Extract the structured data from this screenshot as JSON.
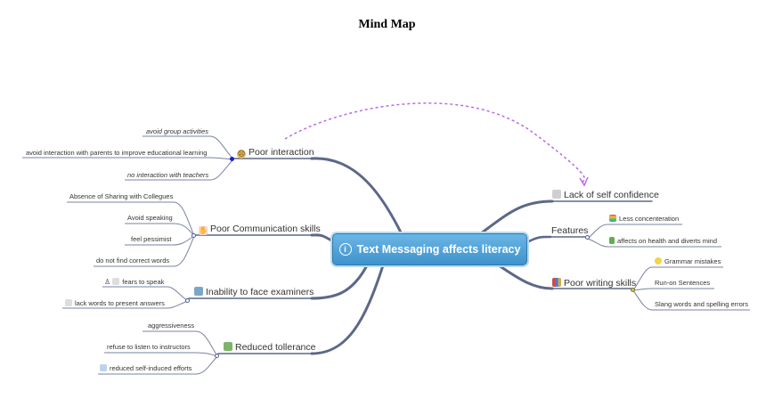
{
  "title": "Mind Map",
  "central": {
    "label": "Text Messaging affects literacy",
    "icon": "info-icon"
  },
  "left_branches": [
    {
      "label": "Poor interaction",
      "icon": "frown-face-icon",
      "children": [
        "avoid group activities",
        "avoid interaction with parents to improve educational learning",
        "no interaction with teachers"
      ]
    },
    {
      "label": "Poor Communication skills",
      "icon": "hand-icon",
      "children": [
        "Absence of Sharing with Collegues",
        "Avoid speaking",
        "feel pessimist",
        "do not find correct words"
      ]
    },
    {
      "label": "Inability to face examiners",
      "icon": "monitor-icon",
      "children": [
        "fears to speak",
        "lack words to present answers"
      ]
    },
    {
      "label": "Reduced tollerance",
      "icon": "people-icon",
      "children": [
        "aggressiveness",
        "refuse to listen to instructors",
        "reduced self-induced efforts"
      ]
    }
  ],
  "right_branches": [
    {
      "label": "Lack of self confidence",
      "icon": "note-icon",
      "children": []
    },
    {
      "label": "Features",
      "icon": "",
      "children": [
        "Less concenteration",
        "affects on health and diverts mind"
      ]
    },
    {
      "label": "Poor writing skills",
      "icon": "bar-chart-icon",
      "children": [
        "Grammar mistakes",
        "Run-on Sentences",
        "Slang words and spelling errors"
      ]
    }
  ],
  "colors": {
    "branch": "#5d6888",
    "central_fill": "#4fa3d9",
    "relationship": "#b86ae6"
  }
}
